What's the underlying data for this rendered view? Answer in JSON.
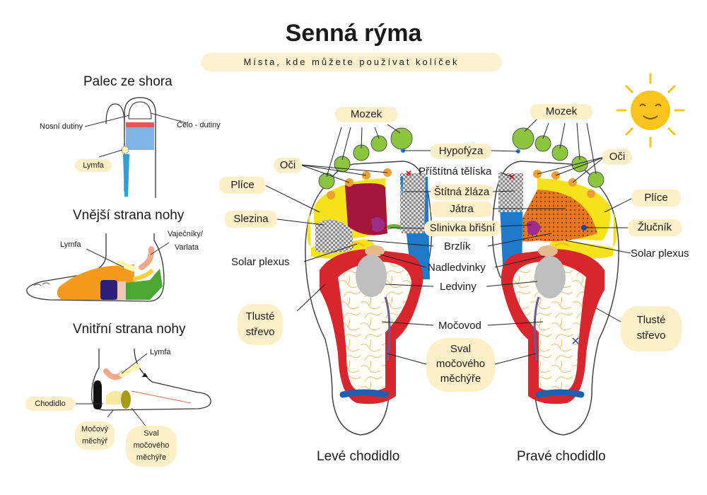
{
  "title": "Senná rýma",
  "subtitle": "Místa, kde můžete používat kolíček",
  "sections": {
    "palec": "Palec ze shora",
    "vnejsi": "Vnější strana nohy",
    "vnitrni": "Vnitřní strana nohy"
  },
  "palec_labels": {
    "nosni_dutiny": "Nosní dutiny",
    "celo_dutiny": "Čelo - dutiny",
    "lymfa": "Lymfa"
  },
  "vnejsi_labels": {
    "lymfa": "Lymfa",
    "vajecniky_1": "Vaječníky/",
    "vajecniky_2": "Varlata"
  },
  "vnitrni_labels": {
    "lymfa": "Lymfa",
    "chodidlo": "Chodidlo",
    "mocovy_1": "Močový",
    "mocovy_2": "měchýř",
    "sval_1": "Sval",
    "sval_2": "močového",
    "sval_3": "měchýře"
  },
  "left_labels": {
    "mozek": "Mozek",
    "oci": "Oči",
    "plice": "Plíce",
    "slezina": "Slezina",
    "solar": "Solar plexus",
    "tluste_1": "Tlusté",
    "tluste_2": "střevo"
  },
  "center_labels": {
    "hypofyza": "Hypofýza",
    "pristitna": "Příštítná tělíska",
    "stitna": "Štítná žláza",
    "jatra": "Játra",
    "slinivka": "Slinivka břišní",
    "brzlik": "Brzlík",
    "nadledvinky": "Nadledvinky",
    "ledviny": "Ledviny",
    "mocovod": "Močovod",
    "sval_1": "Sval",
    "sval_2": "močového",
    "sval_3": "měchýře"
  },
  "right_labels": {
    "mozek": "Mozek",
    "oci": "Oči",
    "plice": "Plíce",
    "zlucnik": "Žlučník",
    "solar": "Solar plexus",
    "tluste_1": "Tlusté",
    "tluste_2": "střevo"
  },
  "captions": {
    "leve": "Levé chodidlo",
    "prave": "Pravé chodidlo"
  },
  "colors": {
    "pill": "#fdf0c9",
    "toe_green": "#8cc63f",
    "lung_yellow": "#f6e21a",
    "liver_orange": "#e87722",
    "heart_red": "#a3173b",
    "colon_red": "#d7262d",
    "kidney_gray": "#bfbfbf",
    "spine_blue": "#1f7ac9",
    "sun_yellow": "#f9c31e"
  }
}
